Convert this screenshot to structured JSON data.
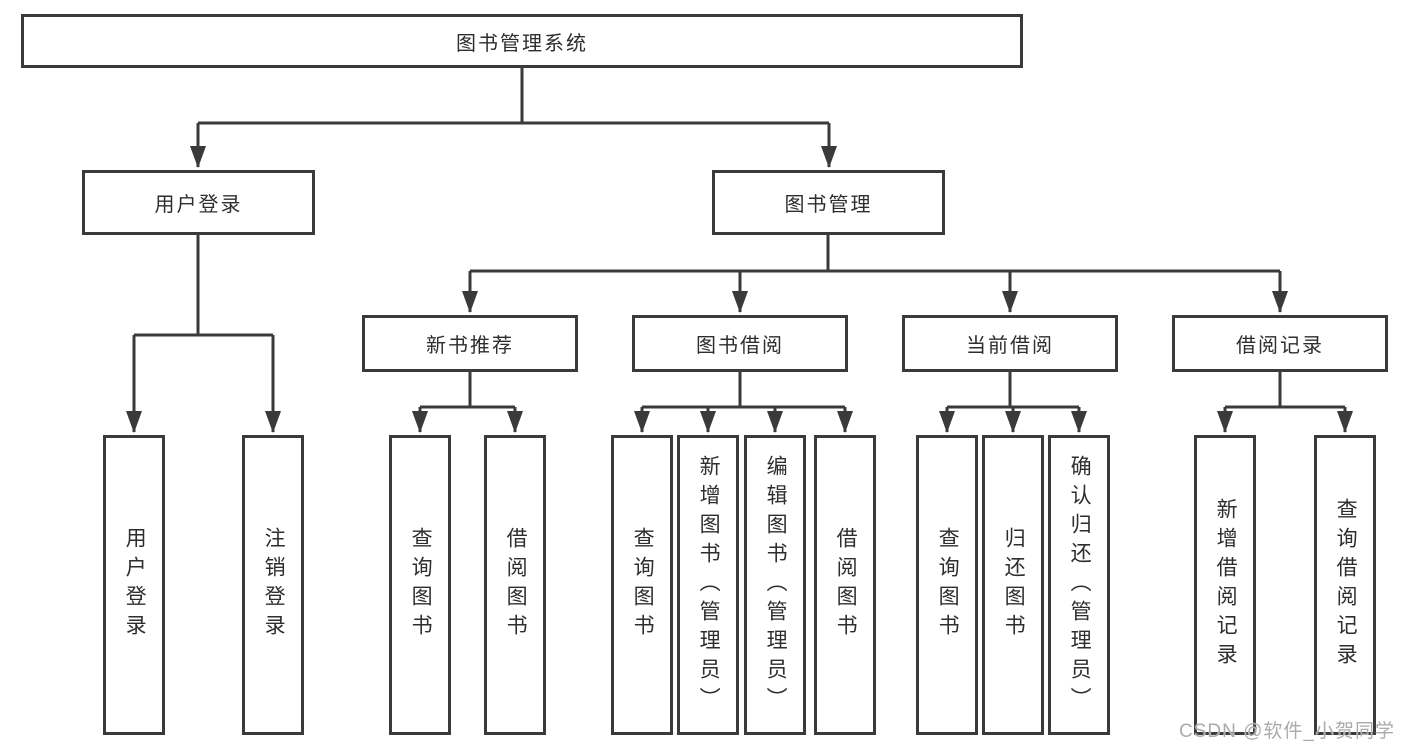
{
  "watermark": "CSDN @软件_小贺同学",
  "colors": {
    "line": "#3a3a3a",
    "box_border": "#3a3a3a",
    "text": "#2e2e2e",
    "watermark": "#ababab",
    "background": "#ffffff"
  },
  "tree": {
    "root": {
      "label": "图书管理系统"
    },
    "branches": [
      {
        "label": "用户登录",
        "children": [
          {
            "label": "用户登录"
          },
          {
            "label": "注销登录"
          }
        ]
      },
      {
        "label": "图书管理",
        "children": [
          {
            "label": "新书推荐",
            "children": [
              {
                "label": "查询图书"
              },
              {
                "label": "借阅图书"
              }
            ]
          },
          {
            "label": "图书借阅",
            "children": [
              {
                "label": "查询图书"
              },
              {
                "label": "新增图书（管理员）"
              },
              {
                "label": "编辑图书（管理员）"
              },
              {
                "label": "借阅图书"
              }
            ]
          },
          {
            "label": "当前借阅",
            "children": [
              {
                "label": "查询图书"
              },
              {
                "label": "归还图书"
              },
              {
                "label": "确认归还（管理员）"
              }
            ]
          },
          {
            "label": "借阅记录",
            "children": [
              {
                "label": "新增借阅记录"
              },
              {
                "label": "查询借阅记录"
              }
            ]
          }
        ]
      }
    ]
  }
}
